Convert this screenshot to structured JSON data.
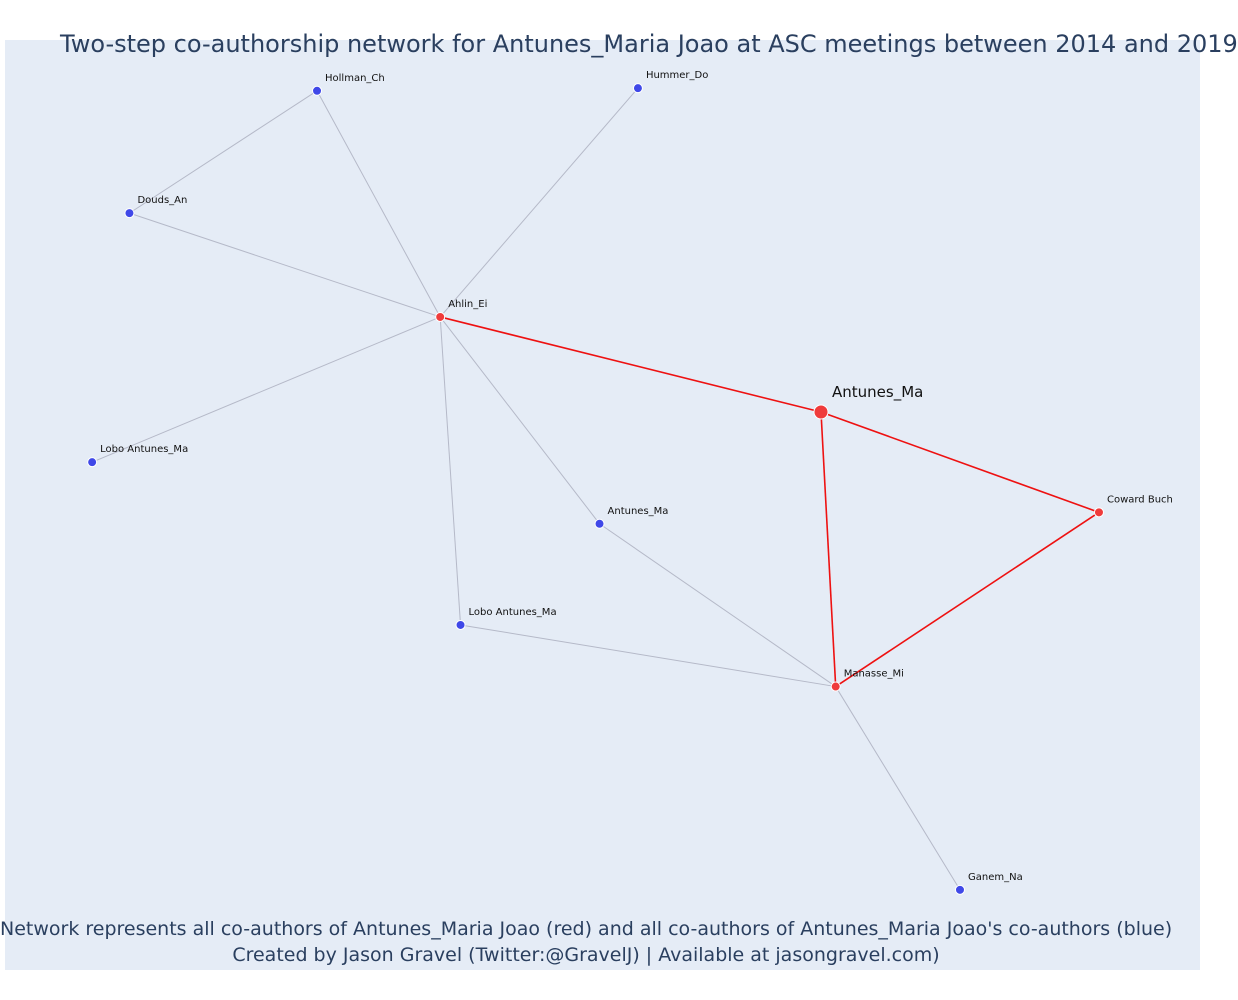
{
  "title": "Two-step co-authorship network for Antunes_Maria Joao at ASC meetings between 2014 and 2019",
  "footer": {
    "line1": "Network represents all co-authors of Antunes_Maria Joao (red) and all co-authors of Antunes_Maria Joao's co-authors (blue)",
    "line2": "Created by Jason Gravel (Twitter:@GravelJ) | Available at jasongravel.com)"
  },
  "colors": {
    "background": "#e5ecf6",
    "focal": "#ef3b3b",
    "coauthor": "#ef3b3b",
    "second_step": "#3f48e8",
    "edge_focal": "#ee1111",
    "edge_other": "#b5b9c8",
    "text": "#2a3f5f"
  },
  "chart_data": {
    "type": "network",
    "nodes": [
      {
        "id": "focal",
        "label": "Antunes_Ma",
        "group": "focal",
        "x": 0.7,
        "y": 0.4
      },
      {
        "id": "ahlin",
        "label": "Ahlin_Ei",
        "group": "coauthor",
        "x": 0.363,
        "y": 0.292
      },
      {
        "id": "manasse",
        "label": "Manasse_Mi",
        "group": "coauthor",
        "x": 0.713,
        "y": 0.712
      },
      {
        "id": "coward",
        "label": "Coward Buch",
        "group": "coauthor",
        "x": 0.946,
        "y": 0.514
      },
      {
        "id": "hollman",
        "label": "Hollman_Ch",
        "group": "second_step",
        "x": 0.254,
        "y": 0.035
      },
      {
        "id": "hummer",
        "label": "Hummer_Do",
        "group": "second_step",
        "x": 0.538,
        "y": 0.032
      },
      {
        "id": "douds",
        "label": "Douds_An",
        "group": "second_step",
        "x": 0.088,
        "y": 0.174
      },
      {
        "id": "lobo1",
        "label": "Lobo Antunes_Ma",
        "group": "second_step",
        "x": 0.055,
        "y": 0.457
      },
      {
        "id": "antunes2",
        "label": "Antunes_Ma",
        "group": "second_step",
        "x": 0.504,
        "y": 0.527
      },
      {
        "id": "lobo2",
        "label": "Lobo Antunes_Ma",
        "group": "second_step",
        "x": 0.381,
        "y": 0.642
      },
      {
        "id": "ganem",
        "label": "Ganem_Na",
        "group": "second_step",
        "x": 0.823,
        "y": 0.943
      }
    ],
    "edges": [
      {
        "source": "hollman",
        "target": "douds",
        "group": "other"
      },
      {
        "source": "hollman",
        "target": "ahlin",
        "group": "other"
      },
      {
        "source": "hummer",
        "target": "ahlin",
        "group": "other"
      },
      {
        "source": "douds",
        "target": "ahlin",
        "group": "other"
      },
      {
        "source": "lobo1",
        "target": "ahlin",
        "group": "other"
      },
      {
        "source": "ahlin",
        "target": "antunes2",
        "group": "other"
      },
      {
        "source": "ahlin",
        "target": "lobo2",
        "group": "other"
      },
      {
        "source": "antunes2",
        "target": "manasse",
        "group": "other"
      },
      {
        "source": "lobo2",
        "target": "manasse",
        "group": "other"
      },
      {
        "source": "manasse",
        "target": "ganem",
        "group": "other"
      },
      {
        "source": "ahlin",
        "target": "focal",
        "group": "focal"
      },
      {
        "source": "focal",
        "target": "manasse",
        "group": "focal"
      },
      {
        "source": "focal",
        "target": "coward",
        "group": "focal"
      },
      {
        "source": "coward",
        "target": "manasse",
        "group": "focal"
      }
    ]
  }
}
